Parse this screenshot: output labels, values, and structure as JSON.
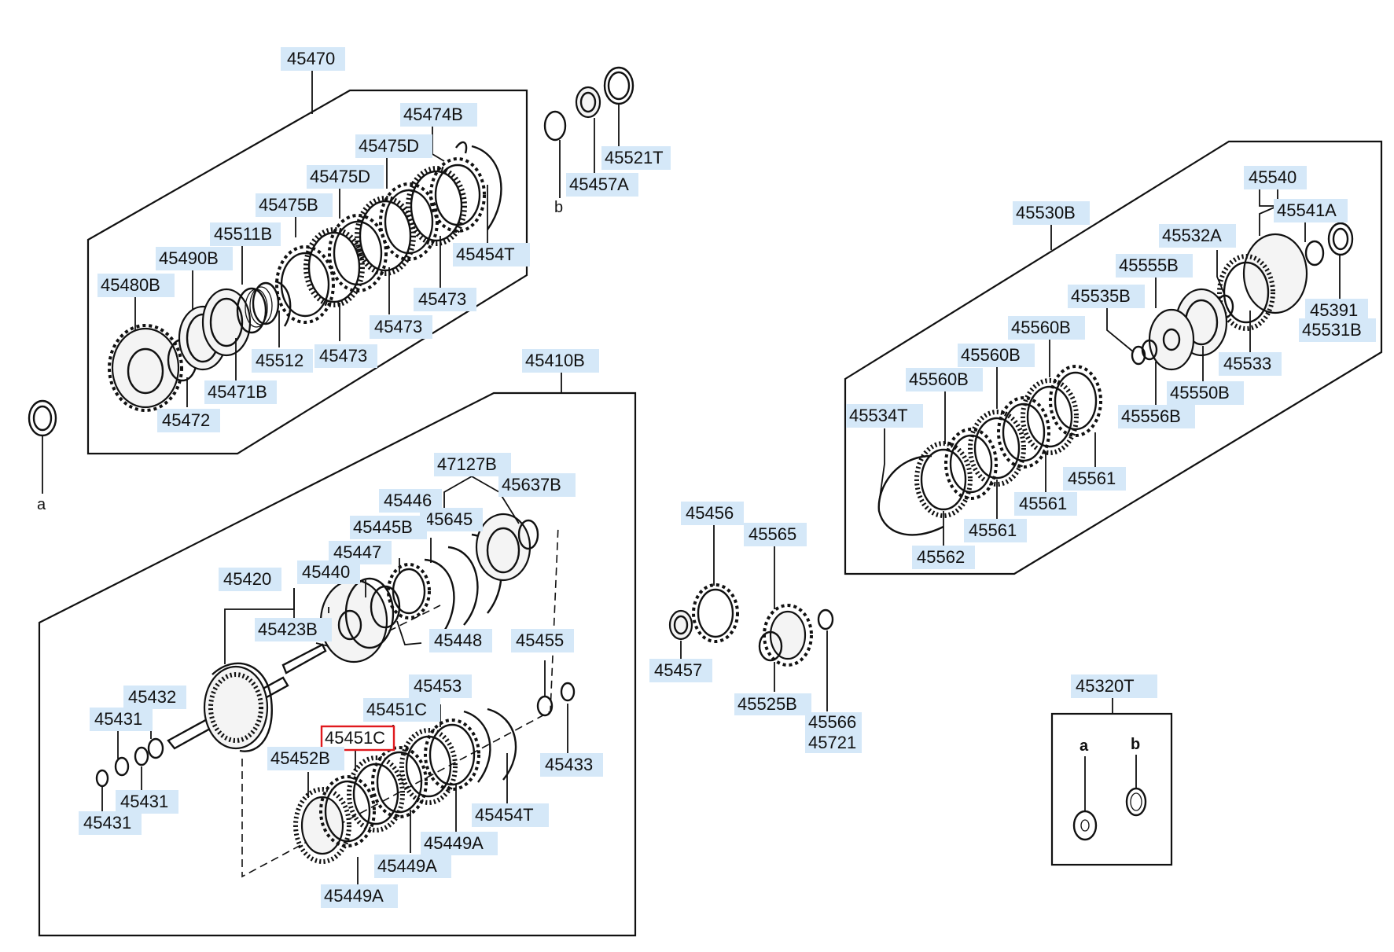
{
  "callouts": [
    {
      "id": "c01",
      "text": "45470"
    },
    {
      "id": "c02",
      "text": "45474B"
    },
    {
      "id": "c03",
      "text": "45475D"
    },
    {
      "id": "c04",
      "text": "45475D"
    },
    {
      "id": "c05",
      "text": "45475B"
    },
    {
      "id": "c06",
      "text": "45511B"
    },
    {
      "id": "c07",
      "text": "45490B"
    },
    {
      "id": "c08",
      "text": "45480B"
    },
    {
      "id": "c09",
      "text": "45454T"
    },
    {
      "id": "c10",
      "text": "45473"
    },
    {
      "id": "c11",
      "text": "45473"
    },
    {
      "id": "c12",
      "text": "45473"
    },
    {
      "id": "c13",
      "text": "45512"
    },
    {
      "id": "c14",
      "text": "45471B"
    },
    {
      "id": "c15",
      "text": "45472"
    },
    {
      "id": "c16",
      "text": "45521T"
    },
    {
      "id": "c17",
      "text": "45457A"
    },
    {
      "id": "c18",
      "text": "45530B"
    },
    {
      "id": "c19",
      "text": "45540"
    },
    {
      "id": "c20",
      "text": "45541A"
    },
    {
      "id": "c21",
      "text": "45532A"
    },
    {
      "id": "c22",
      "text": "45555B"
    },
    {
      "id": "c23",
      "text": "45535B"
    },
    {
      "id": "c24",
      "text": "45391"
    },
    {
      "id": "c25",
      "text": "45531B"
    },
    {
      "id": "c26",
      "text": "45560B"
    },
    {
      "id": "c27",
      "text": "45560B"
    },
    {
      "id": "c28",
      "text": "45560B"
    },
    {
      "id": "c29",
      "text": "45533"
    },
    {
      "id": "c30",
      "text": "45550B"
    },
    {
      "id": "c31",
      "text": "45556B"
    },
    {
      "id": "c32",
      "text": "45534T"
    },
    {
      "id": "c33",
      "text": "45561"
    },
    {
      "id": "c34",
      "text": "45561"
    },
    {
      "id": "c35",
      "text": "45561"
    },
    {
      "id": "c36",
      "text": "45562"
    },
    {
      "id": "c37",
      "text": "45410B"
    },
    {
      "id": "c38",
      "text": "47127B"
    },
    {
      "id": "c39",
      "text": "45446"
    },
    {
      "id": "c40",
      "text": "45637B"
    },
    {
      "id": "c41",
      "text": "45645"
    },
    {
      "id": "c42",
      "text": "45445B"
    },
    {
      "id": "c43",
      "text": "45447"
    },
    {
      "id": "c44",
      "text": "45440"
    },
    {
      "id": "c45",
      "text": "45420"
    },
    {
      "id": "c46",
      "text": "45423B"
    },
    {
      "id": "c47",
      "text": "45448"
    },
    {
      "id": "c48",
      "text": "45455"
    },
    {
      "id": "c49",
      "text": "45453"
    },
    {
      "id": "c50",
      "text": "45432"
    },
    {
      "id": "c51",
      "text": "45431"
    },
    {
      "id": "c52",
      "text": "45451C"
    },
    {
      "id": "c53",
      "text": "45451C",
      "selected": true
    },
    {
      "id": "c54",
      "text": "45452B"
    },
    {
      "id": "c55",
      "text": "45433"
    },
    {
      "id": "c56",
      "text": "45431"
    },
    {
      "id": "c57",
      "text": "45431"
    },
    {
      "id": "c58",
      "text": "45454T"
    },
    {
      "id": "c59",
      "text": "45449A"
    },
    {
      "id": "c60",
      "text": "45449A"
    },
    {
      "id": "c61",
      "text": "45449A"
    },
    {
      "id": "c62",
      "text": "45456"
    },
    {
      "id": "c63",
      "text": "45565"
    },
    {
      "id": "c64",
      "text": "45457"
    },
    {
      "id": "c65",
      "text": "45525B"
    },
    {
      "id": "c66",
      "text": "45566"
    },
    {
      "id": "c67",
      "text": "45721"
    },
    {
      "id": "c68",
      "text": "45320T"
    }
  ],
  "letters": {
    "a_left": "a",
    "b_top": "b",
    "a_box": "a",
    "b_box": "b"
  },
  "colors": {
    "callout_fill": "#d5e8f8",
    "selected_outline": "#e0191d",
    "line": "#111111"
  }
}
